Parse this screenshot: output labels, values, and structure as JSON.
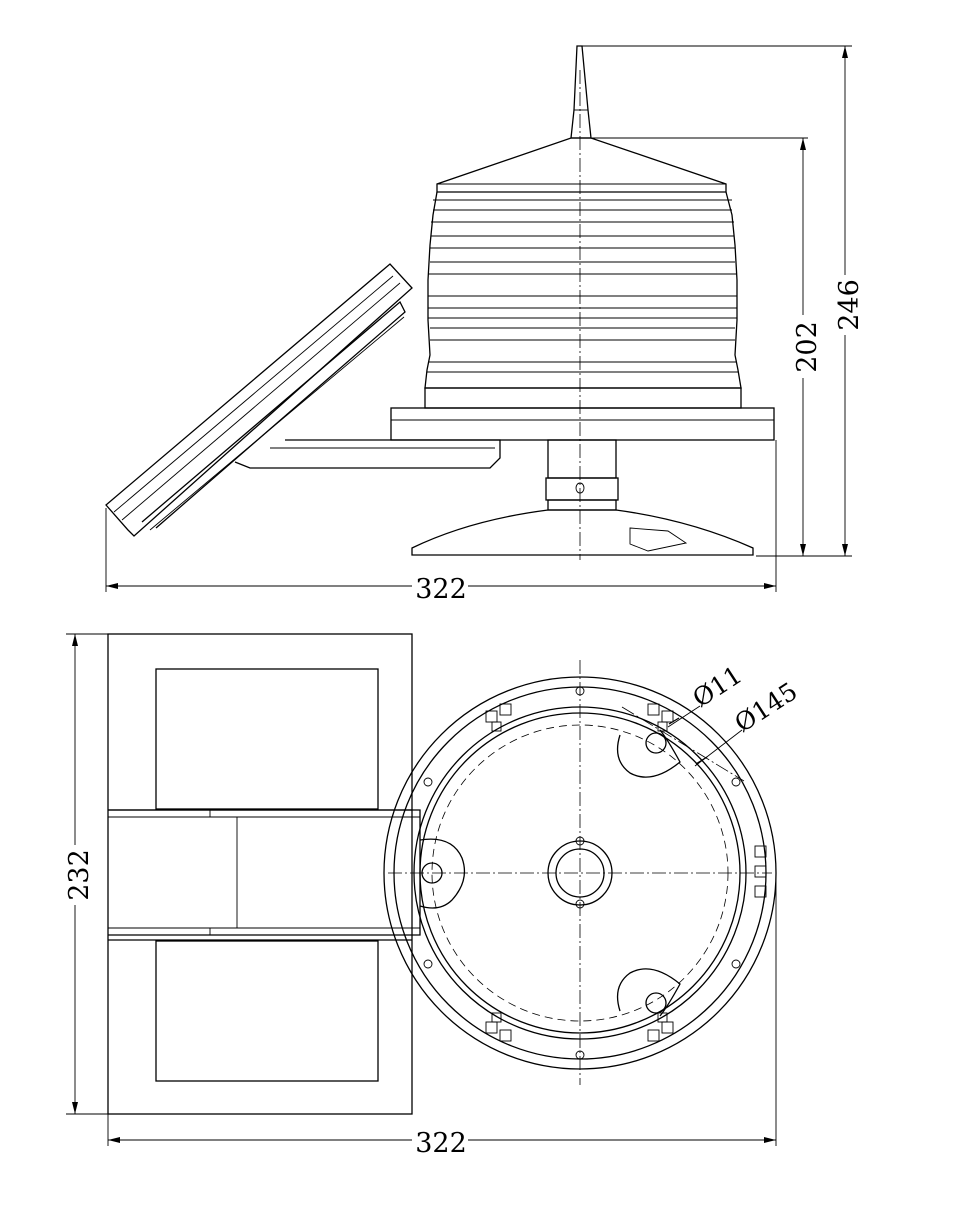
{
  "side_view": {
    "dimensions": {
      "width": "322",
      "lamp_height": "202",
      "total_height": "246"
    }
  },
  "top_view": {
    "dimensions": {
      "width": "322",
      "depth": "232",
      "hole_diameter": "Ø11",
      "mount_circle_diameter": "Ø145"
    }
  }
}
